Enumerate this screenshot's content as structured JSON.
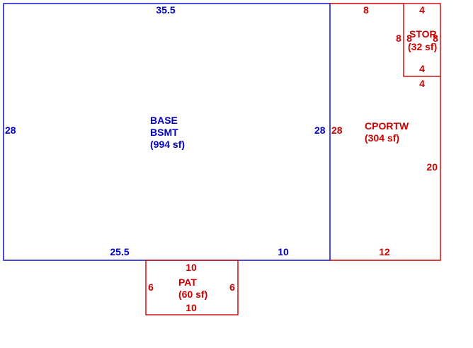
{
  "colors": {
    "base": "#0000cc",
    "addition": "#cc0000"
  },
  "base": {
    "name": "BASE",
    "sub": "BSMT",
    "area": "(994 sf)",
    "dims": {
      "top": "35.5",
      "left": "28",
      "right": "28",
      "bottom_left": "25.5",
      "bottom_right": "10"
    }
  },
  "cportw": {
    "name": "CPORTW",
    "area": "(304 sf)",
    "dims": {
      "top": "8",
      "left": "28",
      "right": "20",
      "bottom": "12"
    }
  },
  "stor": {
    "name": "STOR",
    "area": "(32 sf)",
    "dims": {
      "top": "4",
      "left_outer": "8",
      "left_inner": "8",
      "right": "8",
      "bottom_inner": "4",
      "bottom_outer": "4"
    }
  },
  "pat": {
    "name": "PAT",
    "area": "(60 sf)",
    "dims": {
      "top": "10",
      "left": "6",
      "right": "6",
      "bottom": "10"
    }
  }
}
